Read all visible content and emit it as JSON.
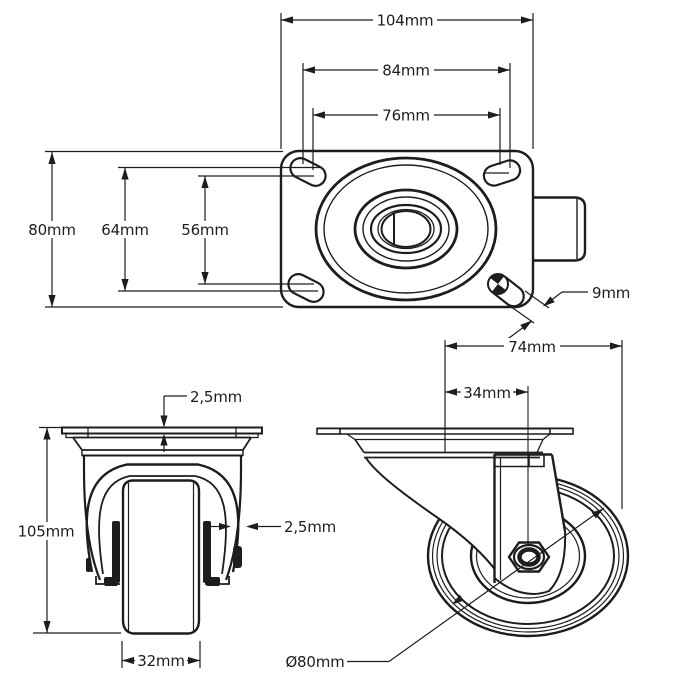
{
  "meta": {
    "drawing_type": "caster-wheel-dimension-drawing",
    "ink_color": "#1d1d1d",
    "background_color": "#ffffff"
  },
  "dimensions": {
    "plate_width": "104mm",
    "hole_pitch_width": "84mm",
    "slot_pitch_width": "76mm",
    "plate_depth": "80mm",
    "hole_pitch_depth": "64mm",
    "slot_pitch_depth": "56mm",
    "slot_hole": "9mm",
    "plate_thickness": "2,5mm",
    "overall_height": "105mm",
    "bracket_thickness": "2,5mm",
    "wheel_width": "32mm",
    "swivel_width": "74mm",
    "kingpin_offset": "34mm",
    "wheel_diameter": "Ø80mm"
  }
}
